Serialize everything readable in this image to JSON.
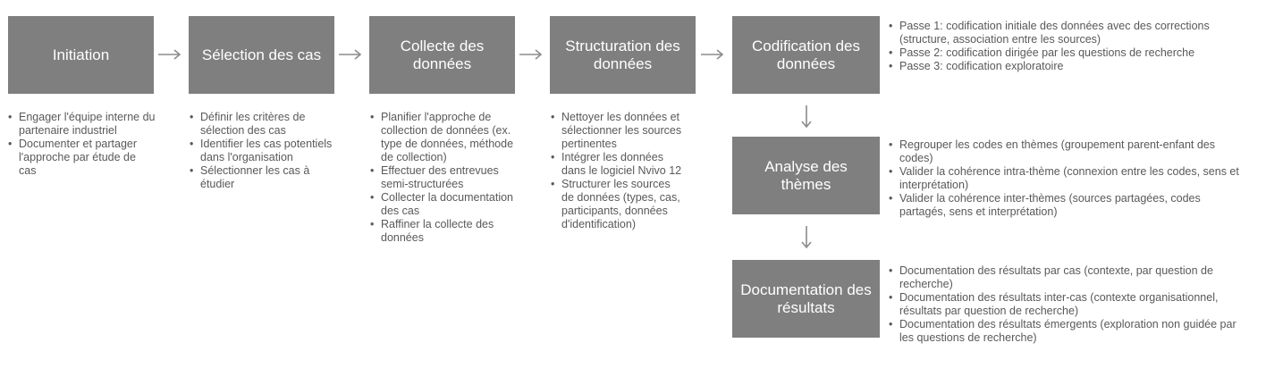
{
  "colors": {
    "box_fill": "#7f7f7f",
    "box_text": "#ffffff",
    "text": "#595959",
    "arrow": "#8c8c8c"
  },
  "steps": [
    {
      "label": "Initiation",
      "bullets": [
        "Engager l'équipe interne du partenaire industriel",
        "Documenter et partager l'approche par étude de cas"
      ]
    },
    {
      "label": "Sélection des cas",
      "bullets": [
        "Définir les critères de sélection des cas",
        "Identifier les cas potentiels dans l'organisation",
        "Sélectionner les cas à étudier"
      ]
    },
    {
      "label": "Collecte des données",
      "bullets": [
        "Planifier l'approche de collection de données (ex. type de données, méthode de collection)",
        "Effectuer des entrevues semi-structurées",
        "Collecter la documentation des cas",
        "Raffiner la collecte des données"
      ]
    },
    {
      "label": "Structuration des données",
      "bullets": [
        "Nettoyer les données et sélectionner les sources pertinentes",
        "Intégrer les données dans le logiciel Nvivo 12",
        "Structurer les sources de données (types, cas, participants, données d'identification)"
      ]
    },
    {
      "label": "Codification des données",
      "bullets": [
        "Passe 1: codification initiale des données avec des corrections (structure, association entre les sources)",
        "Passe 2: codification dirigée par les questions de recherche",
        "Passe 3: codification exploratoire"
      ]
    },
    {
      "label": "Analyse des thèmes",
      "bullets": [
        "Regrouper les codes en thèmes (groupement parent-enfant des codes)",
        "Valider la cohérence intra-thème (connexion entre les codes, sens et interprétation)",
        "Valider la cohérence inter-thèmes (sources partagées, codes partagés, sens et interprétation)"
      ]
    },
    {
      "label": "Documentation des résultats",
      "bullets": [
        "Documentation des résultats par cas (contexte, par question de recherche)",
        "Documentation des résultats inter-cas (contexte organisationnel, résultats par question de recherche)",
        "Documentation des résultats émergents (exploration non guidée par les questions de recherche)"
      ]
    }
  ]
}
